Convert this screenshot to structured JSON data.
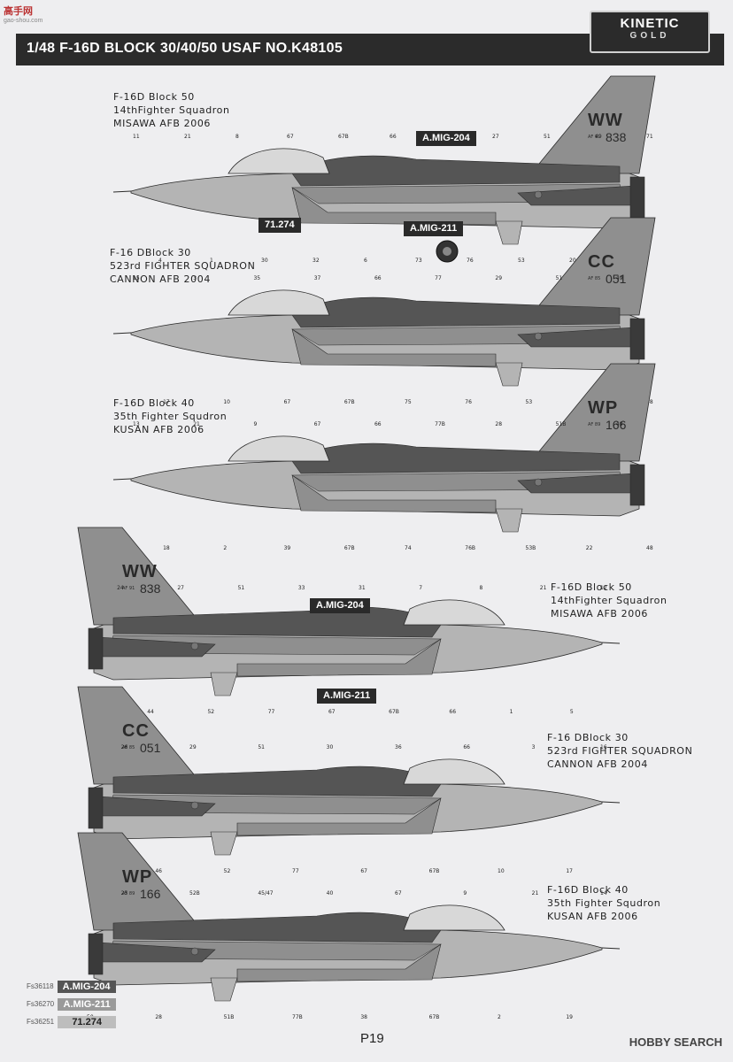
{
  "watermark": {
    "text": "高手网",
    "sub": "gao-shou.com"
  },
  "brand": {
    "line1": "KINETIC",
    "line2": "GOLD"
  },
  "header": {
    "title": "1/48  F-16D BLOCK 30/40/50 USAF NO.K48105"
  },
  "profiles": [
    {
      "caption": [
        "F-16D Block 50",
        "14thFighter Squadron",
        "MISAWA AFB 2006"
      ],
      "tail": "WW",
      "serial": "838",
      "tailsmall": "AF 91",
      "labels": [
        "A.MIG-204",
        "71.274",
        "A.MIG-211"
      ],
      "callouts": [
        "11",
        "4",
        "21",
        "1",
        "8",
        "30",
        "67",
        "32",
        "67B",
        "6",
        "66",
        "73",
        "77",
        "76",
        "27",
        "53",
        "51",
        "20",
        "49",
        "48",
        "71"
      ]
    },
    {
      "caption": [
        "F-16 DBlock 30",
        "523rd FIGHTER SQUADRON",
        "CANNON AFB 2004"
      ],
      "tail": "CC",
      "serial": "051",
      "tailsmall": "AF 85",
      "labels": [],
      "callouts": [
        "15",
        "17",
        "3",
        "10",
        "35",
        "67",
        "37",
        "67B",
        "66",
        "75",
        "77",
        "76",
        "29",
        "53",
        "51",
        "23",
        "49",
        "48"
      ]
    },
    {
      "caption": [
        "F-16D Block 40",
        "35th Fighter Squdron",
        "KUSAN AFB 2006"
      ],
      "tail": "WP",
      "serial": "166",
      "tailsmall": "AF 89",
      "labels": [],
      "callouts": [
        "13",
        "18",
        "21",
        "2",
        "9",
        "39",
        "67",
        "67B",
        "66",
        "74",
        "77B",
        "76B",
        "28",
        "53B",
        "51B",
        "22",
        "49",
        "48"
      ]
    },
    {
      "caption": [
        "F-16D Block 50",
        "14thFighter Squadron",
        "MISAWA AFB 2006"
      ],
      "tail": "WW",
      "serial": "838",
      "tailsmall": "AF 91",
      "labels": [
        "A.MIG-204",
        "A.MIG-211"
      ],
      "callouts": [
        "12",
        "5",
        "21",
        "1",
        "8",
        "66",
        "7",
        "67B",
        "31",
        "67",
        "33",
        "77",
        "51",
        "52",
        "27",
        "44",
        "24",
        "50"
      ]
    },
    {
      "caption": [
        "F-16 DBlock 30",
        "523rd FIGHTER SQUADRON",
        "CANNON AFB 2004"
      ],
      "tail": "CC",
      "serial": "051",
      "tailsmall": "AF 85",
      "labels": [],
      "callouts": [
        "16",
        "17",
        "3",
        "10",
        "66",
        "67B",
        "36",
        "67",
        "30",
        "77",
        "51",
        "52",
        "29",
        "46",
        "26",
        "50"
      ]
    },
    {
      "caption": [
        "F-16D Block 40",
        "35th Fighter Squdron",
        "KUSAN AFB 2006"
      ],
      "tail": "WP",
      "serial": "166",
      "tailsmall": "AF 89",
      "labels": [],
      "callouts": [
        "14",
        "19",
        "21",
        "2",
        "9",
        "67B",
        "67",
        "38",
        "40",
        "77B",
        "45/47",
        "51B",
        "52B",
        "28",
        "25",
        "50"
      ]
    }
  ],
  "paints": [
    {
      "code": "Fs36118",
      "name": "A.MIG-204",
      "color": "#555555",
      "text_color": "#ffffff"
    },
    {
      "code": "Fs36270",
      "name": "A.MIG-211",
      "color": "#9a9a9a",
      "text_color": "#ffffff"
    },
    {
      "code": "Fs36251",
      "name": "71.274",
      "color": "#bdbdbd",
      "text_color": "#222222"
    }
  ],
  "page_number": "P19",
  "footer_brand": "HOBBY SEARCH",
  "colors": {
    "dark": "#555555",
    "mid": "#8f8f8f",
    "light": "#b4b4b4",
    "outline": "#2a2a2a"
  }
}
